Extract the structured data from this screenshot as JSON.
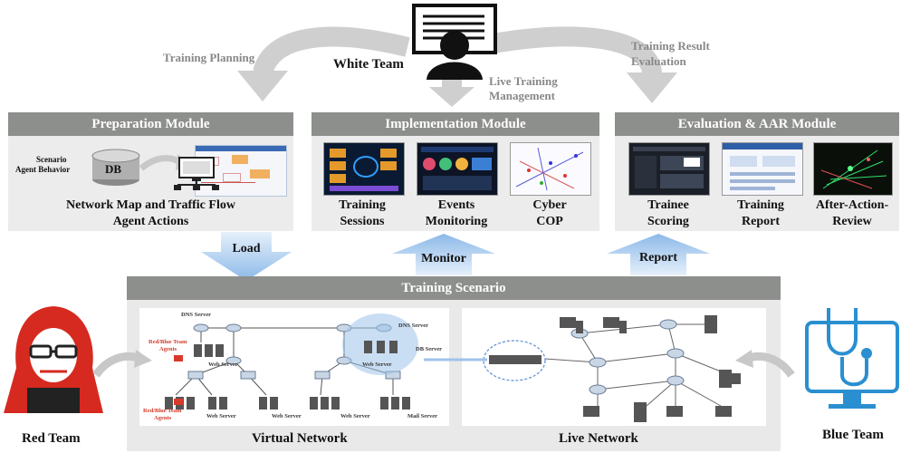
{
  "white_team": {
    "label": "White Team"
  },
  "flows": {
    "training_planning": "Training Planning",
    "live_training_management": [
      "Live Training",
      "Management"
    ],
    "training_result_evaluation": [
      "Training Result",
      "Evaluation"
    ]
  },
  "preparation": {
    "title": "Preparation Module",
    "scenario_agent": [
      "Scenario",
      "Agent Behavior"
    ],
    "db": "DB",
    "caption": [
      "Network Map and Traffic Flow",
      "Agent Actions"
    ]
  },
  "implementation": {
    "title": "Implementation Module",
    "items": [
      [
        "Training",
        "Sessions"
      ],
      [
        "Events",
        "Monitoring"
      ],
      [
        "Cyber",
        "COP"
      ]
    ]
  },
  "evaluation": {
    "title": "Evaluation & AAR Module",
    "items": [
      [
        "Trainee",
        "Scoring"
      ],
      [
        "Training",
        "Report"
      ],
      [
        "After-Action-",
        "Review"
      ]
    ]
  },
  "arrows": {
    "load": "Load",
    "monitor": "Monitor",
    "report": "Report"
  },
  "scenario": {
    "title": "Training Scenario",
    "virtual_network": "Virtual Network",
    "live_network": "Live Network",
    "vn_labels": {
      "dns_server_1": "DNS Server",
      "dns_server_2": "DNS Server",
      "db_server": "DB Server",
      "agents_1": [
        "Red/Blue Team",
        "Agents"
      ],
      "agents_2": [
        "Red/Blue Team",
        "Agents"
      ],
      "web_server_1": "Web Server",
      "web_server_2": "Web Server",
      "web_server_3": "Web Server",
      "web_server_4": "Web Server",
      "web_server_5": "Web Server",
      "mail_server": "Mail Server"
    }
  },
  "teams": {
    "red": "Red Team",
    "blue": "Blue Team"
  },
  "colors": {
    "header": "#8d8f8c",
    "panel": "#ececec",
    "arrow_blue": "#9cc3ea",
    "red_team": "#d62a20",
    "blue_team": "#2a8fd0",
    "flow_grey": "#c8c8c8"
  }
}
